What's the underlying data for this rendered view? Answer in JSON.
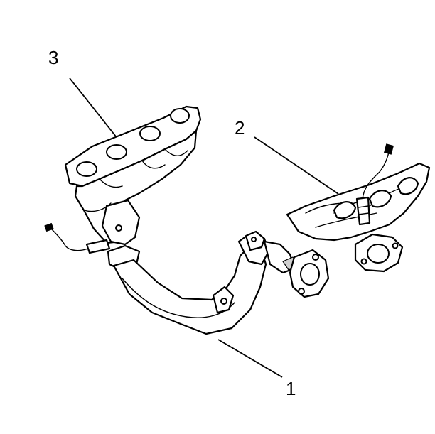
{
  "diagram": {
    "callouts": [
      {
        "id": "callout-1",
        "label": "1"
      },
      {
        "id": "callout-2",
        "label": "2"
      },
      {
        "id": "callout-3",
        "label": "3"
      }
    ],
    "colors": {
      "ink": "#000000",
      "background": "#ffffff",
      "shade": "#cfcfcf"
    }
  }
}
